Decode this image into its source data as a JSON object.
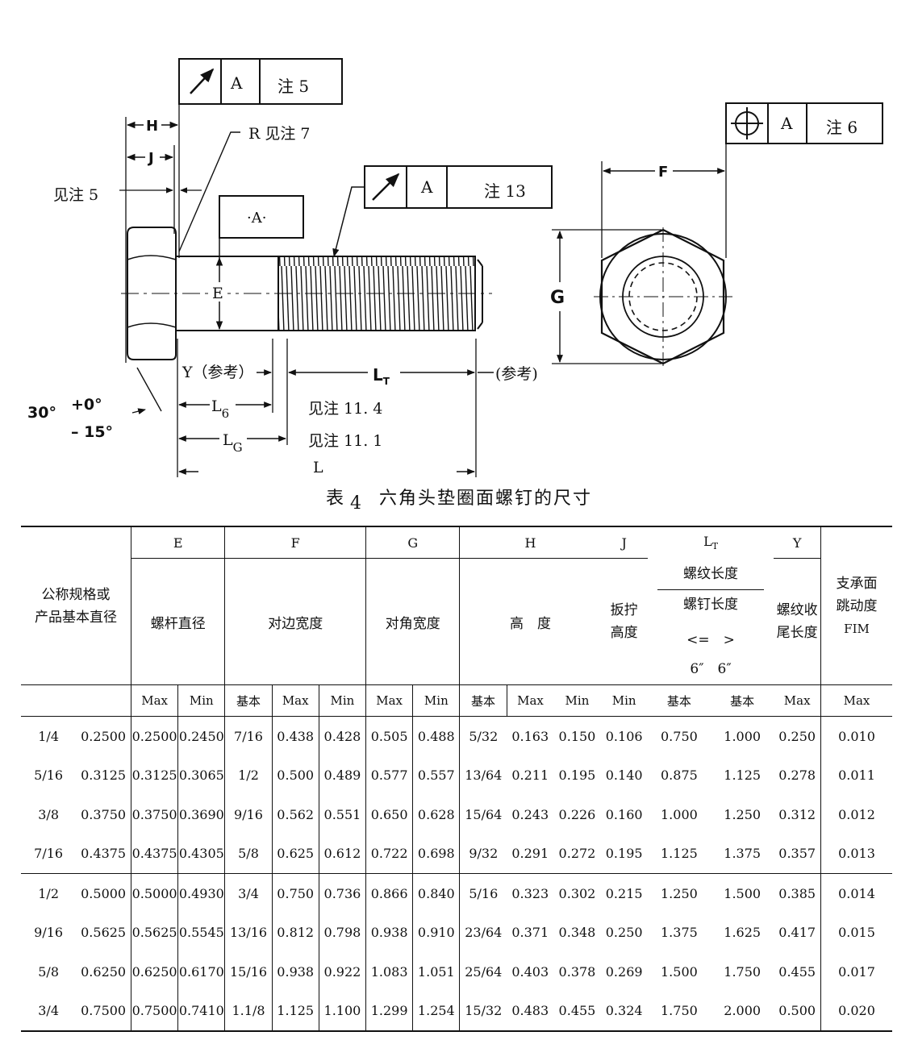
{
  "drawing": {
    "callouts": {
      "top_frame": {
        "datum": "A",
        "note": "注 5"
      },
      "mid_frame": {
        "datum": "A",
        "note": "注 13"
      },
      "pos_frame": {
        "datum": "A",
        "note": "注 6"
      },
      "datum_box": "·A·"
    },
    "labels": {
      "H": "H",
      "J": "J",
      "R": "R 见注 7",
      "see5": "见注 5",
      "E": "E",
      "F": "F",
      "G": "G",
      "Y": "Y（参考）",
      "LT": "L",
      "LT_sub": "T",
      "ref": "(参考)",
      "angle": "30°",
      "tol_plus": "+0°",
      "tol_minus": "– 15°",
      "L6": "L",
      "L6_sub": "6",
      "LG": "L",
      "LG_sub": "G",
      "L": "L",
      "see114": "见注 11. 4",
      "see111": "见注 11. 1"
    }
  },
  "caption": {
    "prefix": "表",
    "number": "4",
    "title": "六角头垫圈面螺钉的尺寸"
  },
  "table": {
    "header": {
      "size_label_1": "公称规格或",
      "size_label_2": "产品基本直径",
      "E": "E",
      "F": "F",
      "G": "G",
      "H": "H",
      "J": "J",
      "LT": "L",
      "LT_sub": "T",
      "Y": "Y",
      "E_desc": "螺杆直径",
      "F_desc": "对边宽度",
      "G_desc": "对角宽度",
      "H_desc": "高　度",
      "J_desc_1": "扳拧",
      "J_desc_2": "高度",
      "LT_desc_1": "螺纹长度",
      "LT_desc_2": "螺钉长度",
      "LT_desc_3": "<=　>",
      "LT_desc_4": "6″　6″",
      "Y_desc_1": "螺纹收",
      "Y_desc_2": "尾长度",
      "FIM_1": "支承面",
      "FIM_2": "跳动度",
      "FIM_3": "FIM",
      "sub": [
        "Max",
        "Min",
        "基本",
        "Max",
        "Min",
        "Max",
        "Min",
        "基本",
        "Max",
        "Min",
        "Min",
        "基本",
        "基本",
        "Max",
        "Max"
      ]
    },
    "rows": [
      [
        "1/4",
        "0.2500",
        "0.2500",
        "0.2450",
        "7/16",
        "0.438",
        "0.428",
        "0.505",
        "0.488",
        "5/32",
        "0.163",
        "0.150",
        "0.106",
        "0.750",
        "1.000",
        "0.250",
        "0.010"
      ],
      [
        "5/16",
        "0.3125",
        "0.3125",
        "0.3065",
        "1/2",
        "0.500",
        "0.489",
        "0.577",
        "0.557",
        "13/64",
        "0.211",
        "0.195",
        "0.140",
        "0.875",
        "1.125",
        "0.278",
        "0.011"
      ],
      [
        "3/8",
        "0.3750",
        "0.3750",
        "0.3690",
        "9/16",
        "0.562",
        "0.551",
        "0.650",
        "0.628",
        "15/64",
        "0.243",
        "0.226",
        "0.160",
        "1.000",
        "1.250",
        "0.312",
        "0.012"
      ],
      [
        "7/16",
        "0.4375",
        "0.4375",
        "0.4305",
        "5/8",
        "0.625",
        "0.612",
        "0.722",
        "0.698",
        "9/32",
        "0.291",
        "0.272",
        "0.195",
        "1.125",
        "1.375",
        "0.357",
        "0.013"
      ],
      [
        "1/2",
        "0.5000",
        "0.5000",
        "0.4930",
        "3/4",
        "0.750",
        "0.736",
        "0.866",
        "0.840",
        "5/16",
        "0.323",
        "0.302",
        "0.215",
        "1.250",
        "1.500",
        "0.385",
        "0.014"
      ],
      [
        "9/16",
        "0.5625",
        "0.5625",
        "0.5545",
        "13/16",
        "0.812",
        "0.798",
        "0.938",
        "0.910",
        "23/64",
        "0.371",
        "0.348",
        "0.250",
        "1.375",
        "1.625",
        "0.417",
        "0.015"
      ],
      [
        "5/8",
        "0.6250",
        "0.6250",
        "0.6170",
        "15/16",
        "0.938",
        "0.922",
        "1.083",
        "1.051",
        "25/64",
        "0.403",
        "0.378",
        "0.269",
        "1.500",
        "1.750",
        "0.455",
        "0.017"
      ],
      [
        "3/4",
        "0.7500",
        "0.7500",
        "0.7410",
        "1.1/8",
        "1.125",
        "1.100",
        "1.299",
        "1.254",
        "15/32",
        "0.483",
        "0.455",
        "0.324",
        "1.750",
        "2.000",
        "0.500",
        "0.020"
      ]
    ]
  }
}
